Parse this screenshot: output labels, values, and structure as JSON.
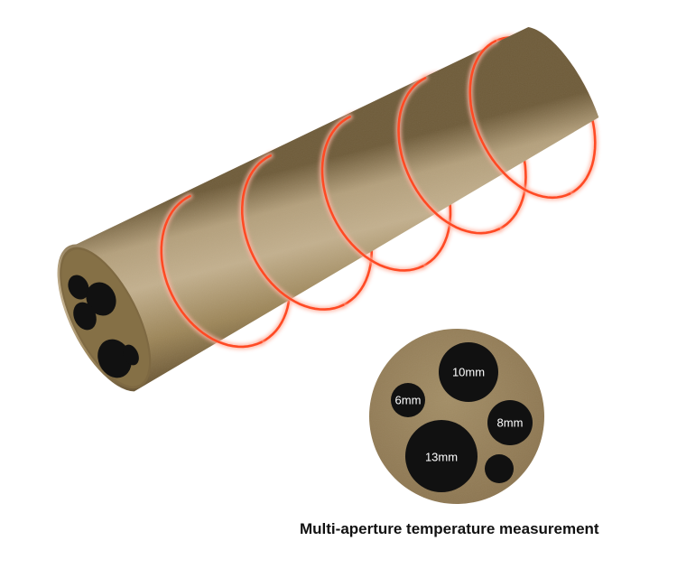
{
  "colors": {
    "tube_light": "#b9a584",
    "tube_mid": "#9b8458",
    "tube_dark": "#5f4c2c",
    "end_face": "#7f6a43",
    "hole": "#111111",
    "ring": "#ff4a24",
    "ring_glow": "#ffb3a1"
  },
  "cross_section": {
    "holes": [
      {
        "label": "10mm"
      },
      {
        "label": "6mm"
      },
      {
        "label": "8mm"
      },
      {
        "label": "13mm"
      },
      {
        "label": ""
      }
    ]
  },
  "caption": "Multi-aperture temperature measurement"
}
